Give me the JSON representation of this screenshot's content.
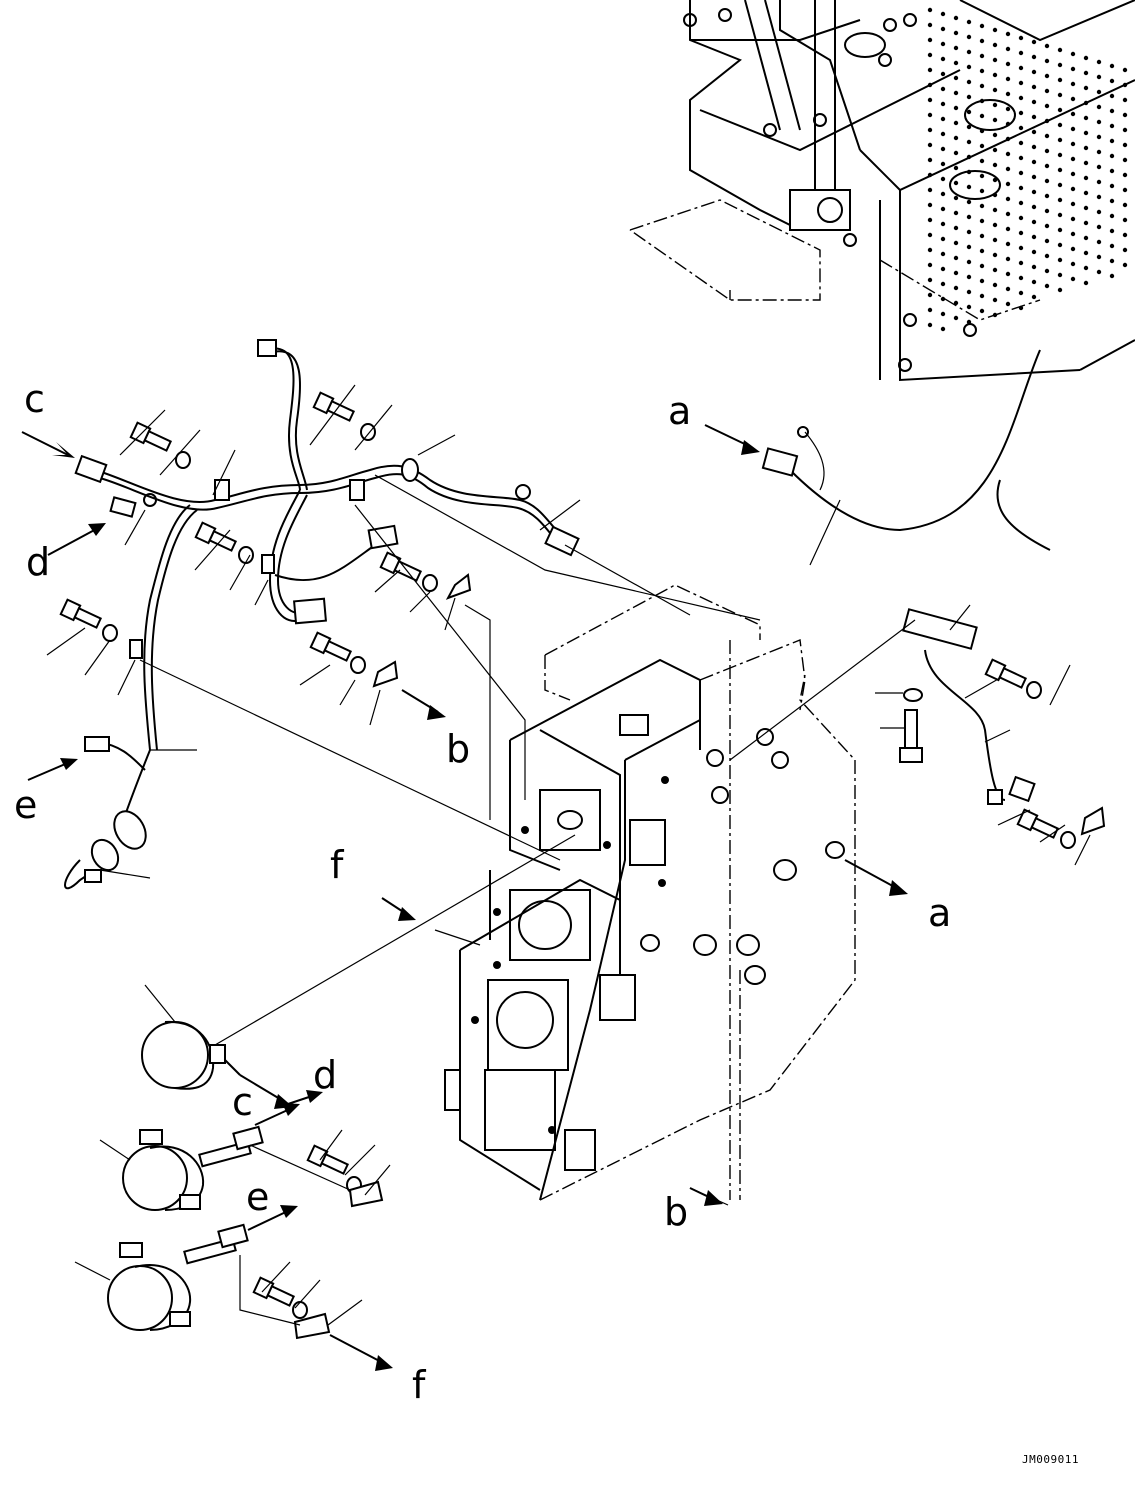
{
  "drawing": {
    "code": "JM009011",
    "labels": [
      "c",
      "d",
      "e",
      "f",
      "a",
      "b",
      "a",
      "b",
      "d",
      "c",
      "e",
      "f"
    ],
    "colors": {
      "ink": "#000000",
      "paper": "#ffffff"
    }
  }
}
